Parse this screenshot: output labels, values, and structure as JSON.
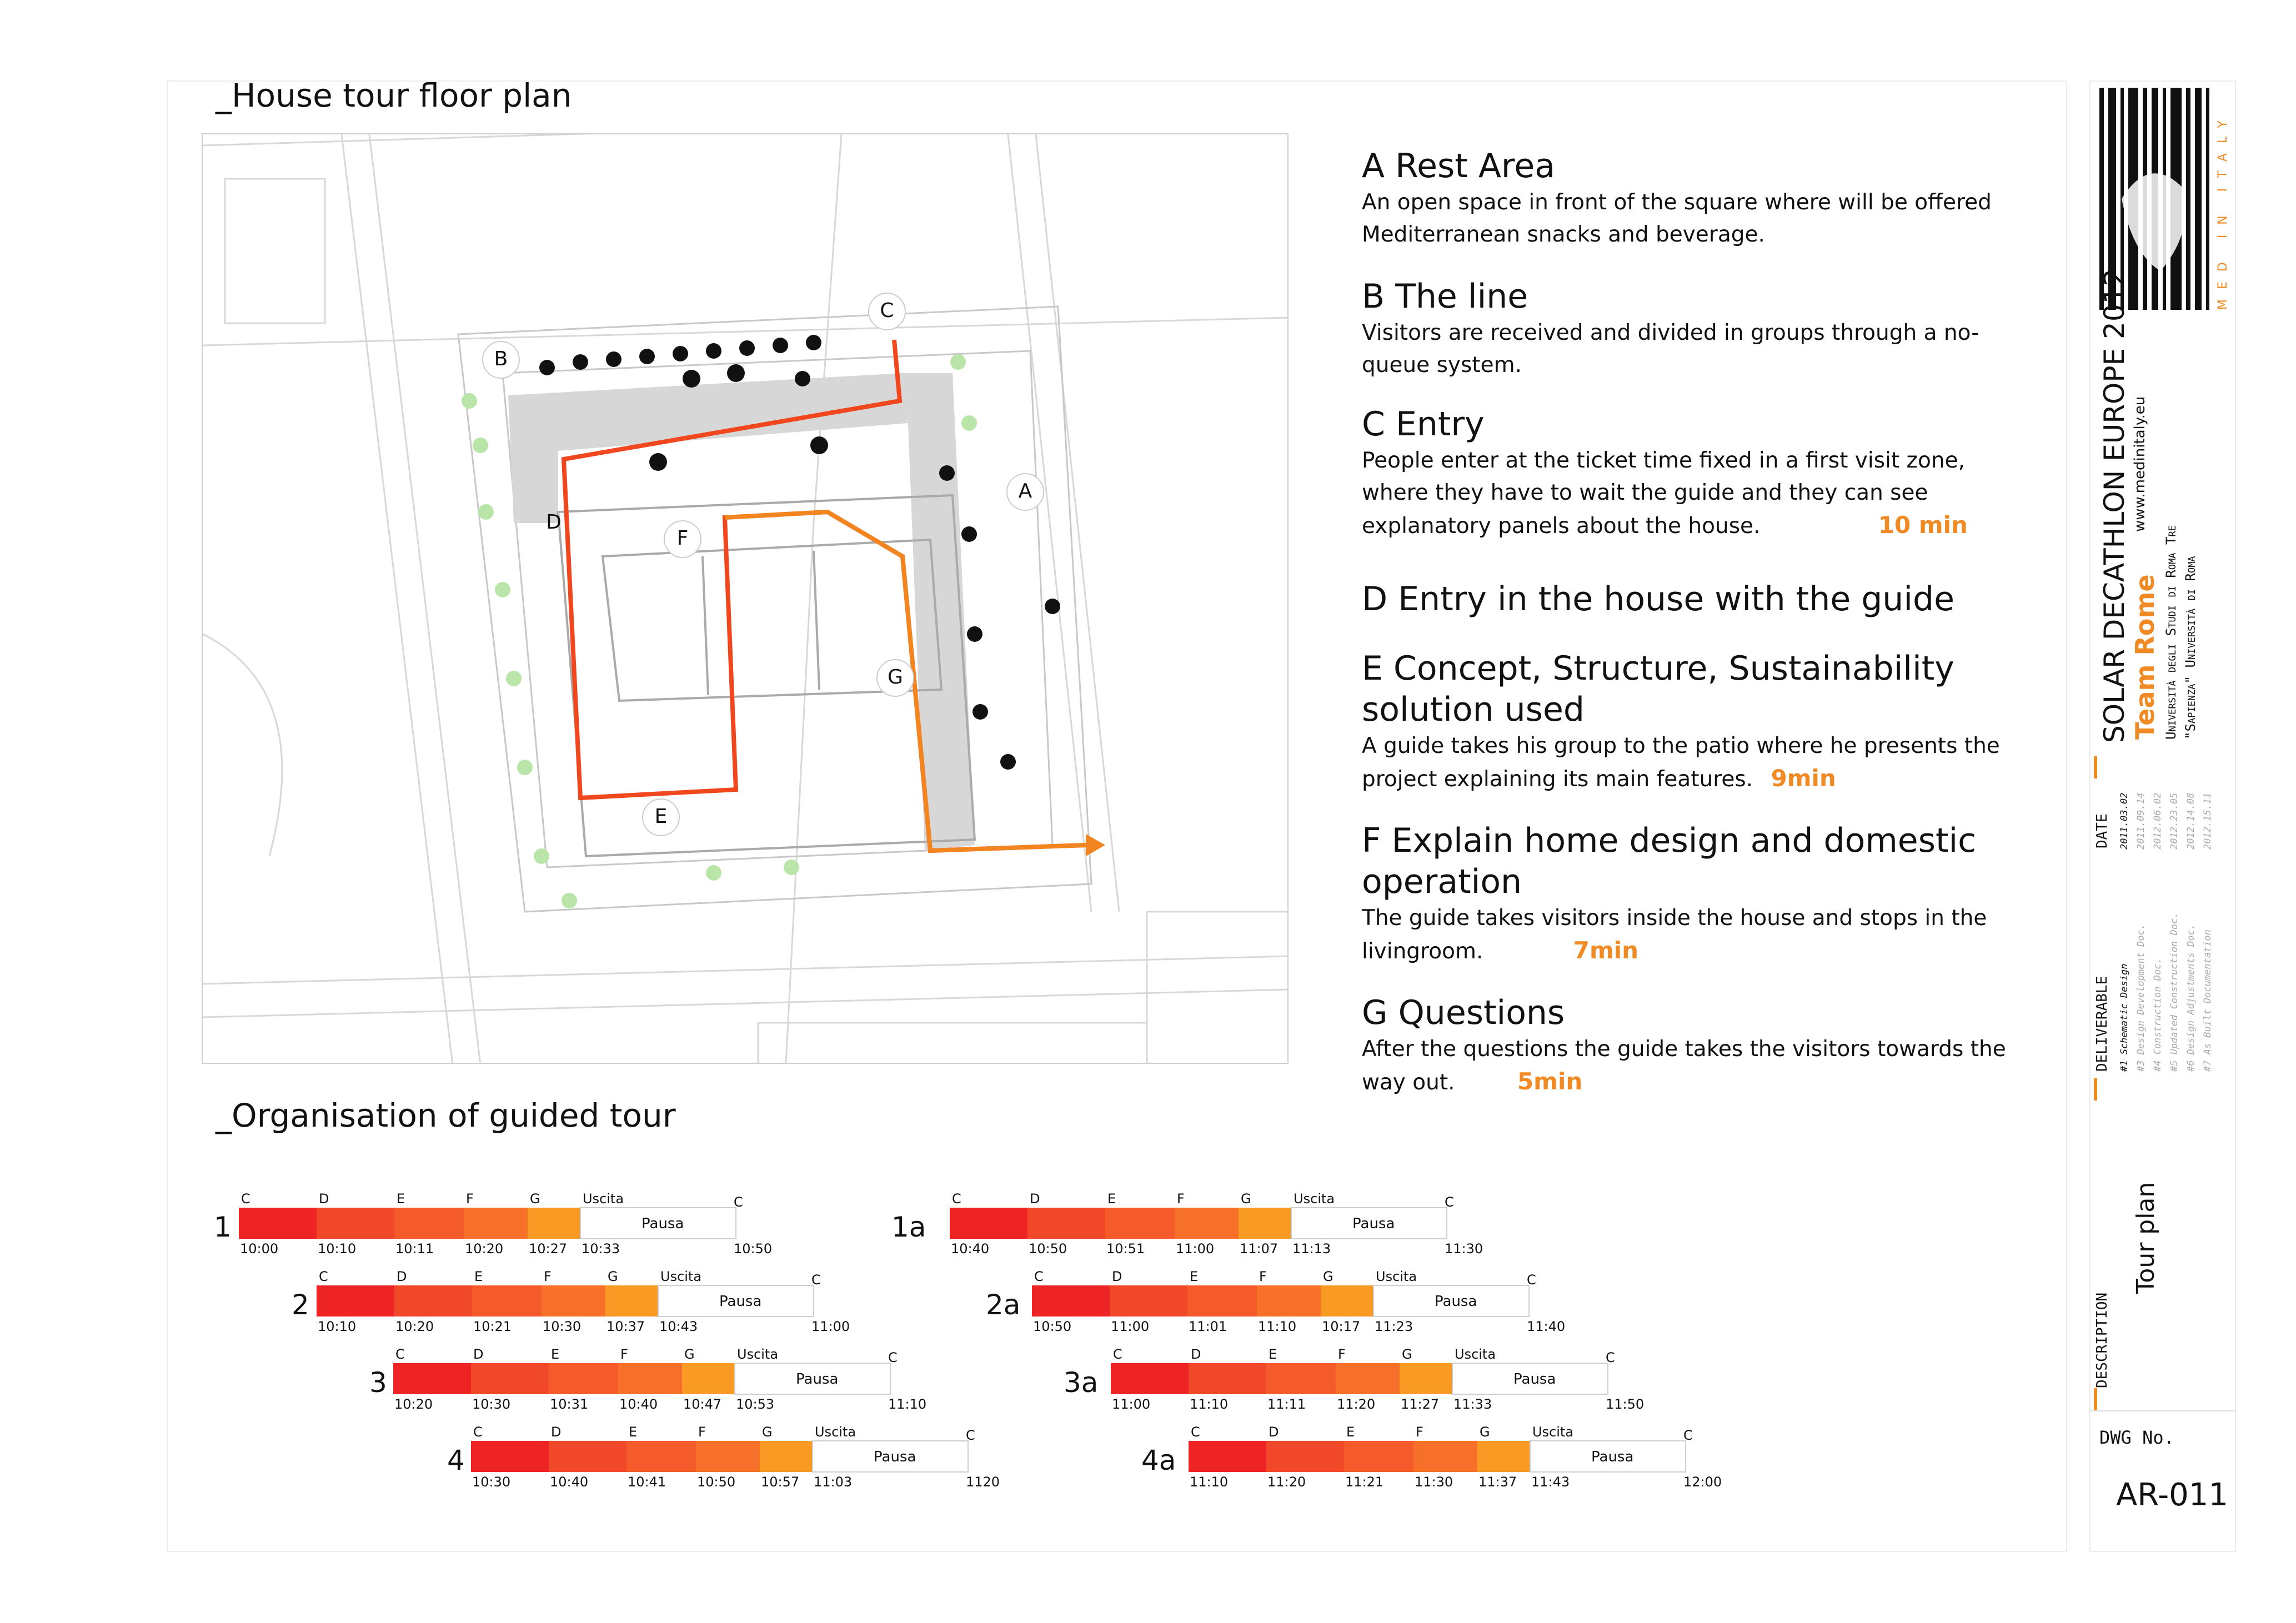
{
  "titles": {
    "floor_plan": "_House tour floor plan",
    "organisation": "_Organisation of guided tour"
  },
  "plan_labels": [
    "A",
    "B",
    "C",
    "D",
    "E",
    "F",
    "G"
  ],
  "legend": [
    {
      "key": "A",
      "title": "A  Rest Area",
      "desc": "An open space in front of the square where will be offered Mediterranean snacks and beverage.",
      "duration": ""
    },
    {
      "key": "B",
      "title": "B  The line",
      "desc": "Visitors are received and divided in groups through a no-queue system.",
      "duration": ""
    },
    {
      "key": "C",
      "title": "C  Entry",
      "desc": "People enter at the ticket time fixed in a first visit zone, where they have to wait the guide and they can see explanatory panels about the house.",
      "duration": "10 min"
    },
    {
      "key": "D",
      "title": "D  Entry in the house with the guide",
      "desc": "",
      "duration": ""
    },
    {
      "key": "E",
      "title": "E  Concept, Structure, Sustainability solution used",
      "desc": "A guide takes his group to the patio where he presents the project explaining its main features.",
      "duration": "9min"
    },
    {
      "key": "F",
      "title": "F  Explain home design and domestic operation",
      "desc": "The guide takes visitors inside the house and stops in the livingroom.",
      "duration": "7min"
    },
    {
      "key": "G",
      "title": "G  Questions",
      "desc": "After the questions the guide takes the visitors towards the way out.",
      "duration": "5min"
    }
  ],
  "timeline": {
    "segment_labels": [
      "C",
      "D",
      "E",
      "F",
      "G",
      "Uscita",
      "C"
    ],
    "pause_label": "Pausa",
    "colors": [
      "#ee2424",
      "#f2482a",
      "#f45a2a",
      "#f6702a",
      "#f99a24",
      "#ffffff"
    ],
    "rows": [
      {
        "label": "1",
        "times": [
          "10:00",
          "10:10",
          "10:11",
          "10:20",
          "10:27",
          "10:33",
          "10:50"
        ]
      },
      {
        "label": "2",
        "times": [
          "10:10",
          "10:20",
          "10:21",
          "10:30",
          "10:37",
          "10:43",
          "11:00"
        ]
      },
      {
        "label": "3",
        "times": [
          "10:20",
          "10:30",
          "10:31",
          "10:40",
          "10:47",
          "10:53",
          "11:10"
        ]
      },
      {
        "label": "4",
        "times": [
          "10:30",
          "10:40",
          "10:41",
          "10:50",
          "10:57",
          "11:03",
          "1120"
        ]
      },
      {
        "label": "1a",
        "times": [
          "10:40",
          "10:50",
          "10:51",
          "11:00",
          "11:07",
          "11:13",
          "11:30"
        ]
      },
      {
        "label": "2a",
        "times": [
          "10:50",
          "11:00",
          "11:01",
          "11:10",
          "10:17",
          "11:23",
          "11:40"
        ]
      },
      {
        "label": "3a",
        "times": [
          "11:00",
          "11:10",
          "11:11",
          "11:20",
          "11:27",
          "11:33",
          "11:50"
        ]
      },
      {
        "label": "4a",
        "times": [
          "11:10",
          "11:20",
          "11:21",
          "11:30",
          "11:37",
          "11:43",
          "12:00"
        ]
      }
    ]
  },
  "title_block": {
    "event": "SOLAR DECATHLON EUROPE 2012",
    "team": "Team Rome",
    "website": "www.medinitaly.eu",
    "university_1": "Università degli Studi di Roma Tre",
    "university_2": "\"Sapienza\" Università di Roma",
    "logo_text": "MED IN ITALY",
    "deliverable_header": "DELIVERABLE",
    "date_header": "DATE",
    "deliverables": [
      {
        "name": "#1 Schematic Design",
        "date": "2011.03.02"
      },
      {
        "name": "#3 Design Development Doc.",
        "date": "2011.09.14"
      },
      {
        "name": "#4 Construction Doc.",
        "date": "2012.06.02"
      },
      {
        "name": "#5 Updated Construction Doc.",
        "date": "2012.23.05"
      },
      {
        "name": "#6 Design Adjustments Doc.",
        "date": "2012.14.08"
      },
      {
        "name": "#7 As Built Documentation",
        "date": "2012.15.11"
      }
    ],
    "description_header": "DESCRIPTION",
    "description": "Tour plan",
    "dwg_label": "DWG No.",
    "dwg_no": "AR-011",
    "accent": "#f08a24"
  }
}
